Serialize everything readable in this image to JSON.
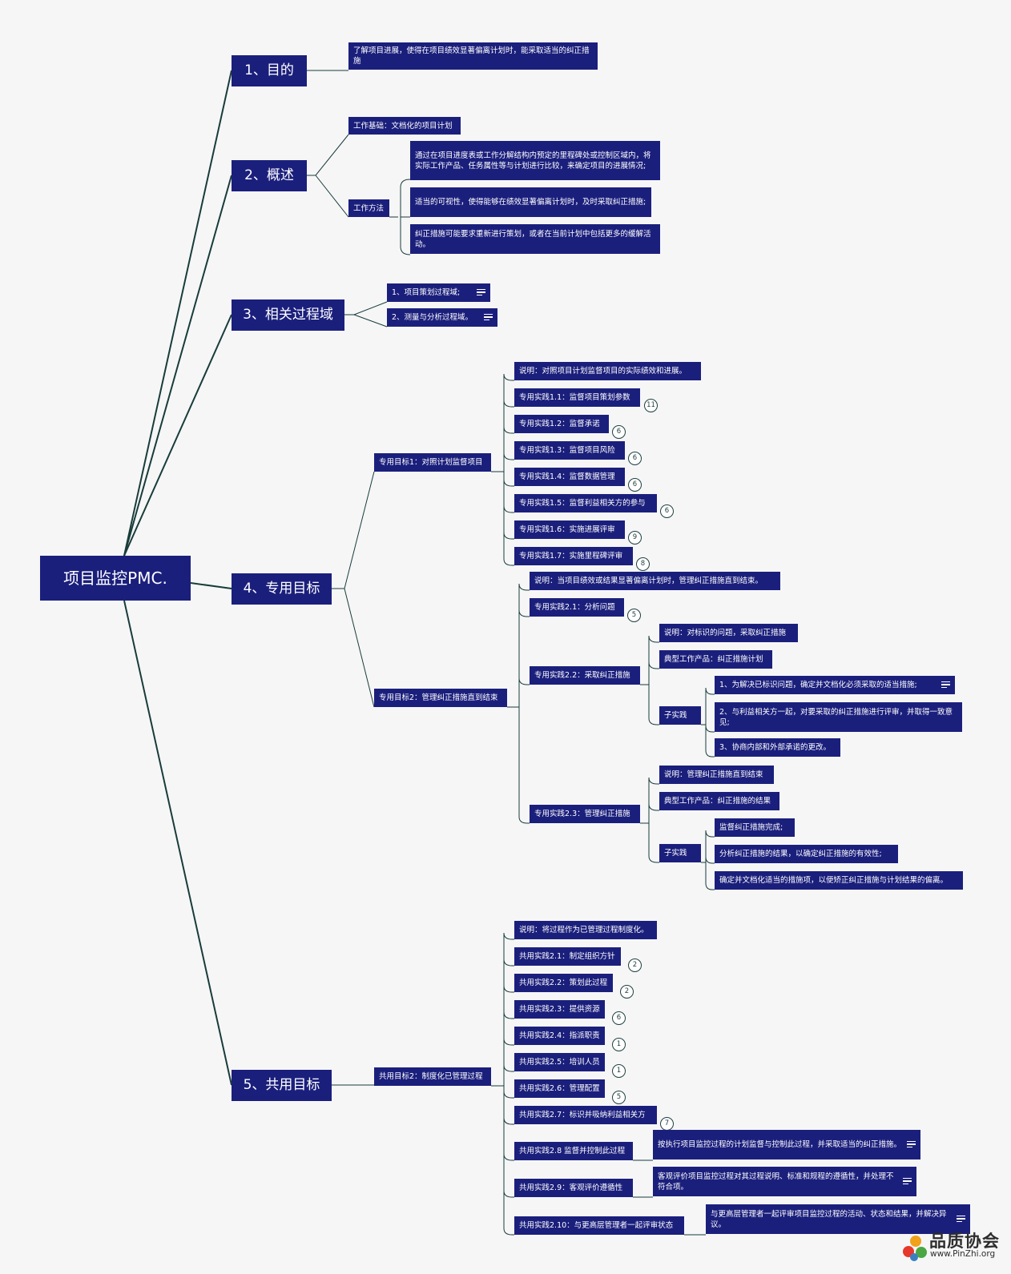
{
  "root": "项目监控PMC.",
  "colors": {
    "node": "#1b1f7c",
    "line": "#183c3a",
    "background": "#f6f6f7"
  },
  "topics": [
    {
      "label": "1、目的"
    },
    {
      "label": "2、概述"
    },
    {
      "label": "3、相关过程域"
    },
    {
      "label": "4、专用目标"
    },
    {
      "label": "5、共用目标"
    }
  ],
  "purpose": {
    "text": "了解项目进展，使得在项目绩效显著偏离计划时，能采取适当的纠正措施"
  },
  "overview": {
    "basis": "工作基础：文档化的项目计划",
    "method": "工作方法",
    "method_items": [
      "通过在项目进度表或工作分解结构内预定的里程碑处或控制区域内，将实际工作产品、任务属性等与计划进行比较，来确定项目的进展情况;",
      "适当的可视性，使得能够在绩效显著偏离计划时，及时采取纠正措施;",
      "纠正措施可能要求重新进行策划，或者在当前计划中包括更多的缓解活动。"
    ]
  },
  "related": [
    "1、项目策划过程域;",
    "2、测量与分析过程域。"
  ],
  "sg1": {
    "label": "专用目标1：对照计划监督项目",
    "desc": "说明：对照项目计划监督项目的实际绩效和进展。",
    "practices": [
      {
        "label": "专用实践1.1：监督项目策划参数",
        "count": "11"
      },
      {
        "label": "专用实践1.2：监督承诺",
        "count": "6"
      },
      {
        "label": "专用实践1.3：监督项目风险",
        "count": "6"
      },
      {
        "label": "专用实践1.4：监督数据管理",
        "count": "6"
      },
      {
        "label": "专用实践1.5：监督利益相关方的参与",
        "count": "6"
      },
      {
        "label": "专用实践1.6：实施进展评审",
        "count": "9"
      },
      {
        "label": "专用实践1.7：实施里程碑评审",
        "count": "8"
      }
    ]
  },
  "sg2": {
    "label": "专用目标2：管理纠正措施直到结束",
    "desc": "说明：当项目绩效或结果显著偏离计划时，管理纠正措施直到结束。",
    "sp21": {
      "label": "专用实践2.1：分析问题",
      "count": "5"
    },
    "sp22": {
      "label": "专用实践2.2：采取纠正措施",
      "desc": "说明：对标识的问题，采取纠正措施",
      "product": "典型工作产品：纠正措施计划",
      "sub_label": "子实践",
      "subs": [
        "1、为解决已标识问题，确定并文档化必须采取的适当措施;",
        "2、与利益相关方一起，对要采取的纠正措施进行评审，并取得一致意见;",
        "3、协商内部和外部承诺的更改。"
      ]
    },
    "sp23": {
      "label": "专用实践2.3：管理纠正措施",
      "desc": "说明：管理纠正措施直到结束",
      "product": "典型工作产品：纠正措施的结果",
      "sub_label": "子实践",
      "subs": [
        "监督纠正措施完成;",
        "分析纠正措施的结果，以确定纠正措施的有效性;",
        "确定并文档化适当的措施项，以便矫正纠正措施与计划结果的偏离。"
      ]
    }
  },
  "gg2": {
    "label": "共用目标2：制度化已管理过程",
    "desc": "说明：将过程作为已管理过程制度化。",
    "practices": [
      {
        "label": "共用实践2.1：制定组织方针",
        "count": "2"
      },
      {
        "label": "共用实践2.2：策划此过程",
        "count": "2"
      },
      {
        "label": "共用实践2.3：提供资源",
        "count": "6"
      },
      {
        "label": "共用实践2.4：指派职责",
        "count": "1"
      },
      {
        "label": "共用实践2.5：培训人员",
        "count": "1"
      },
      {
        "label": "共用实践2.6：管理配置",
        "count": "5"
      },
      {
        "label": "共用实践2.7：标识并吸纳利益相关方",
        "count": "7"
      }
    ],
    "detail_practices": [
      {
        "label": "共用实践2.8 监督并控制此过程",
        "detail": "按执行项目监控过程的计划监督与控制此过程，并采取适当的纠正措施。"
      },
      {
        "label": "共用实践2.9：客观评价遵循性",
        "detail": "客观评价项目监控过程对其过程说明、标准和规程的遵循性，并处理不符合项。"
      },
      {
        "label": "共用实践2.10：与更高层管理者一起评审状态",
        "detail": "与更高层管理者一起评审项目监控过程的活动、状态和结果，并解决异议。"
      }
    ]
  },
  "watermark": {
    "name": "品质协会",
    "site": "www.PinZhi.org"
  }
}
